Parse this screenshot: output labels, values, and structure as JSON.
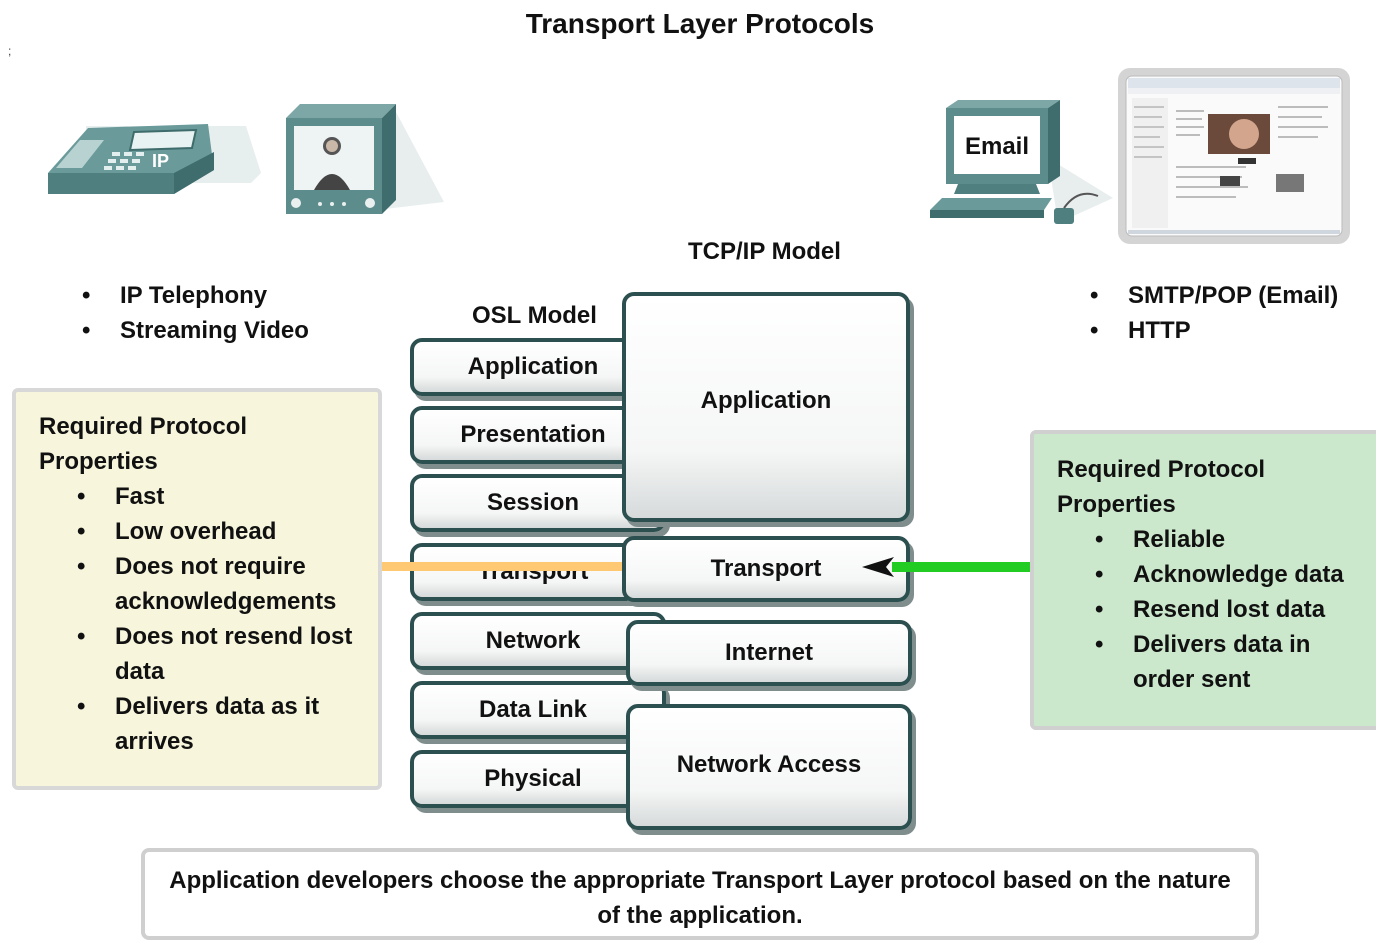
{
  "title": "Transport Layer Protocols",
  "corner_mark": ";",
  "colors": {
    "udp_arrow": "#ffc873",
    "tcp_arrow": "#22cc22",
    "udp_box": "#f7f6dc",
    "tcp_box": "#cce8cc",
    "layer_border": "#2c4f4f"
  },
  "icons": {
    "ip_phone": {
      "icon": "ip-phone-icon",
      "label": "IP"
    },
    "video_monitor": {
      "icon": "video-monitor-icon"
    },
    "email_computer": {
      "icon": "email-computer-icon",
      "label": "Email"
    },
    "web_browser": {
      "icon": "web-page-icon"
    }
  },
  "left_apps": [
    "IP Telephony",
    "Streaming Video"
  ],
  "right_apps": [
    "SMTP/POP (Email)",
    "HTTP"
  ],
  "osi": {
    "title": "OSL Model",
    "layers": [
      "Application",
      "Presentation",
      "Session",
      "Transport",
      "Network",
      "Data Link",
      "Physical"
    ]
  },
  "tcpip": {
    "title": "TCP/IP Model",
    "layers": [
      "Application",
      "Transport",
      "Internet",
      "Network Access"
    ]
  },
  "udp_props": {
    "title_line1": "Required Protocol",
    "title_line2": "Properties",
    "items": [
      {
        "line1": "Fast",
        "line2": ""
      },
      {
        "line1": "Low overhead",
        "line2": ""
      },
      {
        "line1": "Does not require",
        "line2": "acknowledgements"
      },
      {
        "line1": "Does not resend lost",
        "line2": "data"
      },
      {
        "line1": "Delivers data as it",
        "line2": "arrives"
      }
    ]
  },
  "tcp_props": {
    "title_line1": "Required Protocol",
    "title_line2": "Properties",
    "items": [
      {
        "line1": "Reliable",
        "line2": ""
      },
      {
        "line1": "Acknowledge data",
        "line2": ""
      },
      {
        "line1": "Resend lost data",
        "line2": ""
      },
      {
        "line1": "Delivers data in",
        "line2": "order sent"
      }
    ]
  },
  "footer": {
    "line1": "Application developers choose the appropriate Transport Layer protocol based on the nature",
    "line2": "of the application."
  }
}
